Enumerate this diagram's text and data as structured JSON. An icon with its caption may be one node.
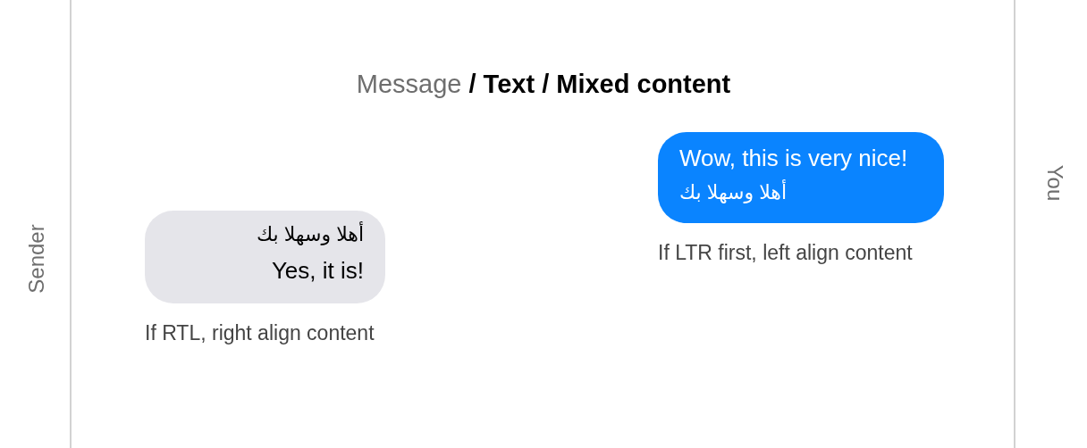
{
  "diagram": {
    "title": "Message **/ Text / Mixed content**",
    "nodes": [
      {
        "text": [
          "Wow, this is very nice!",
          "أهلا وسهلا بك"
        ],
        "beside": [
          "If LTR first, left align content"
        ]
      },
      {
        "text": [
          "أهلا وسهلا بك",
          "Yes, it is!"
        ],
        "beside": [
          "If RTL, right align content"
        ]
      }
    ],
    "labels": [
      "Sender",
      "You"
    ]
  }
}
